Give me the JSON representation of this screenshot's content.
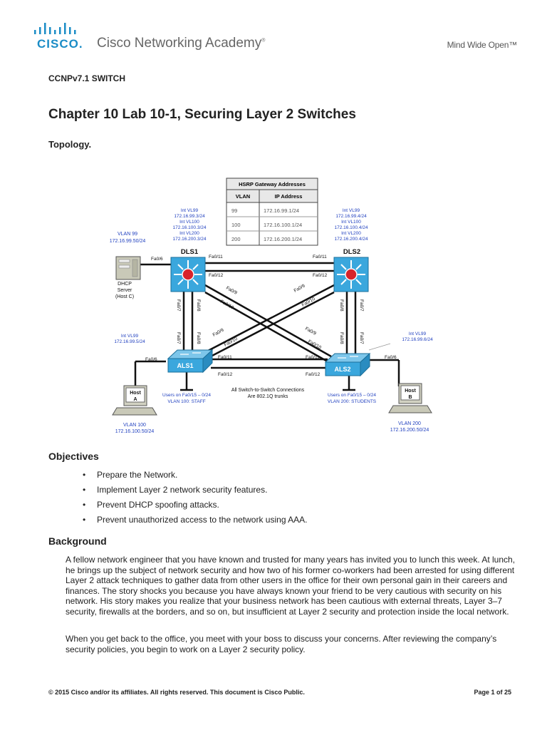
{
  "header": {
    "logo_text": "CISCO.",
    "academy_title": "Cisco Networking Academy",
    "registered_mark": "®",
    "tagline": "Mind Wide Open™"
  },
  "course": "CCNPv7.1 SWITCH",
  "title": "Chapter 10 Lab 10-1, Securing Layer 2 Switches",
  "topology_heading": "Topology.",
  "diagram": {
    "hsrp_table": {
      "caption": "HSRP Gateway Addresses",
      "headers": [
        "VLAN",
        "IP Address"
      ],
      "rows": [
        [
          "99",
          "172.16.99.1/24"
        ],
        [
          "100",
          "172.16.100.1/24"
        ],
        [
          "200",
          "172.16.200.1/24"
        ]
      ]
    },
    "dls1": {
      "name": "DLS1",
      "ints": [
        "Int VL99",
        "172.16.99.3/24",
        "Int VL100",
        "172.16.100.3/24",
        "Int VL200",
        "172.16.200.3/24"
      ]
    },
    "dls2": {
      "name": "DLS2",
      "ints": [
        "Int VL99",
        "172.16.99.4/24",
        "Int VL100",
        "172.16.100.4/24",
        "Int VL200",
        "172.16.200.4/24"
      ]
    },
    "als1": {
      "name": "ALS1",
      "ints": [
        "Int VL99",
        "172.16.99.5/24"
      ]
    },
    "als2": {
      "name": "ALS2",
      "ints": [
        "Int VL99",
        "172.16.99.6/24"
      ]
    },
    "dhcp": {
      "vlan": [
        "VLAN 99",
        "172.16.99.50/24"
      ],
      "label": [
        "DHCP",
        "Server",
        "(Host C)"
      ]
    },
    "host_a": {
      "label": [
        "Host",
        "A"
      ],
      "vlan": [
        "VLAN 100",
        "172.16.100.50/24"
      ]
    },
    "host_b": {
      "label": [
        "Host",
        "B"
      ],
      "vlan": [
        "VLAN 200",
        "172.16.200.50/24"
      ]
    },
    "als1_users": [
      "Users on Fa0/15 – 0/24",
      "VLAN 100: STAFF"
    ],
    "als2_users": [
      "Users on Fa0/15 – 0/24",
      "VLAN 200: STUDENTS"
    ],
    "trunk_note": [
      "All Switch-to-Switch Connections",
      "Are 802.1Q trunks"
    ],
    "ports": {
      "fa06": "Fa0/6",
      "fa07": "Fa0/7",
      "fa08": "Fa0/8",
      "fa09": "Fa0/9",
      "fa010": "Fa0/10",
      "fa011": "Fa0/11",
      "fa012": "Fa0/12"
    }
  },
  "objectives_heading": "Objectives",
  "objectives": [
    "Prepare the Network.",
    "Implement Layer 2 network security features.",
    "Prevent DHCP spoofing attacks.",
    "Prevent unauthorized access to the network using AAA."
  ],
  "bullet_char": "•",
  "background_heading": "Background",
  "background_paragraphs": [
    "A fellow network engineer that you have known and trusted for many years has invited you to lunch this week. At lunch, he brings up the subject of network security and how two of his former co-workers had been arrested for using different Layer 2 attack techniques to gather data from other users in the office for their own personal gain in their careers and finances. The story shocks you because you have always known your friend to be very cautious with security on his network. His story makes you realize that your business network has been cautious with external threats, Layer 3–7 security, firewalls at the borders, and so on, but insufficient at Layer 2 security and protection inside the local network.",
    "When you get back to the office, you meet with your boss to discuss your concerns. After reviewing the company’s security policies, you begin to work on a Layer 2 security policy."
  ],
  "footer": {
    "left": "© 2015 Cisco and/or its affiliates. All rights reserved. This document is Cisco Public.",
    "right": "Page 1 of 25"
  },
  "colors": {
    "brand_blue": "#1a8cc6",
    "link_blue": "#1f3fbf",
    "switch_blue": "#3aa7dd",
    "router_red": "#d8232a"
  }
}
